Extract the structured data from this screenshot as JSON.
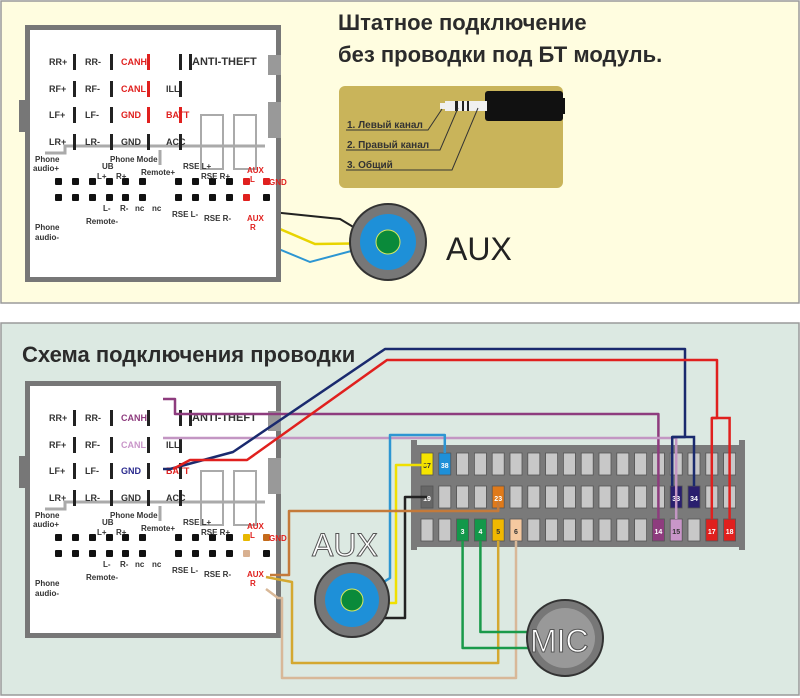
{
  "top_panel": {
    "title_line1": "Штатное подключение",
    "title_line2": "без проводки под БТ модуль.",
    "jack_labels": [
      "1. Левый канал",
      "2. Правый канал",
      "3. Общий"
    ],
    "aux_label": "AUX"
  },
  "bottom_panel": {
    "title": "Схема подключения проводки",
    "aux_label": "AUX",
    "mic_label": "MIC"
  },
  "connector": {
    "rows": [
      [
        "RR+",
        "RR-",
        "CANH",
        "",
        "ANTI-THEFT"
      ],
      [
        "RF+",
        "RF-",
        "CANL",
        "ILL",
        ""
      ],
      [
        "LF+",
        "LF-",
        "GND",
        "BATT",
        ""
      ],
      [
        "LR+",
        "LR-",
        "GND",
        "ACC",
        ""
      ]
    ],
    "lower_labels": {
      "phone_audio_plus": "Phone audio+",
      "ub": "UB",
      "l_plus": "L+",
      "r_plus": "R+",
      "phone_mode": "Phone Mode",
      "remote_plus": "Remote+",
      "rse_l_plus": "RSE L+",
      "rse_r_plus": "RSE R+",
      "aux_l": "AUX L",
      "gnd": "GND",
      "phone_audio_minus": "Phone audio-",
      "remote_minus": "Remote-",
      "l_minus": "L-",
      "r_minus": "R-",
      "nc": "nc",
      "rse_l_minus": "RSE L-",
      "rse_r_minus": "RSE R-",
      "aux_r": "AUX R"
    }
  },
  "bt_connector_pins": [
    {
      "num": "37",
      "color": "#f5e400"
    },
    {
      "num": "38",
      "color": "#1e90d8"
    },
    {
      "num": "19",
      "color": "#666666"
    },
    {
      "num": "23",
      "color": "#e07a1a"
    },
    {
      "num": "33",
      "color": "#2a1f6e"
    },
    {
      "num": "34",
      "color": "#2a1f6e"
    },
    {
      "num": "3",
      "color": "#13984a"
    },
    {
      "num": "4",
      "color": "#13984a"
    },
    {
      "num": "5",
      "color": "#f0b800"
    },
    {
      "num": "6",
      "color": "#f5c9a0"
    },
    {
      "num": "14",
      "color": "#8e3c7e"
    },
    {
      "num": "15",
      "color": "#c996c9"
    },
    {
      "num": "17",
      "color": "#e0201e"
    },
    {
      "num": "18",
      "color": "#e0201e"
    }
  ],
  "colors": {
    "top_bg": "#fffde0",
    "bottom_bg": "#dce9e2",
    "red": "#e0201e",
    "navy": "#1a2a6e",
    "purple": "#8e3c7e",
    "lilac": "#b98fb9"
  }
}
